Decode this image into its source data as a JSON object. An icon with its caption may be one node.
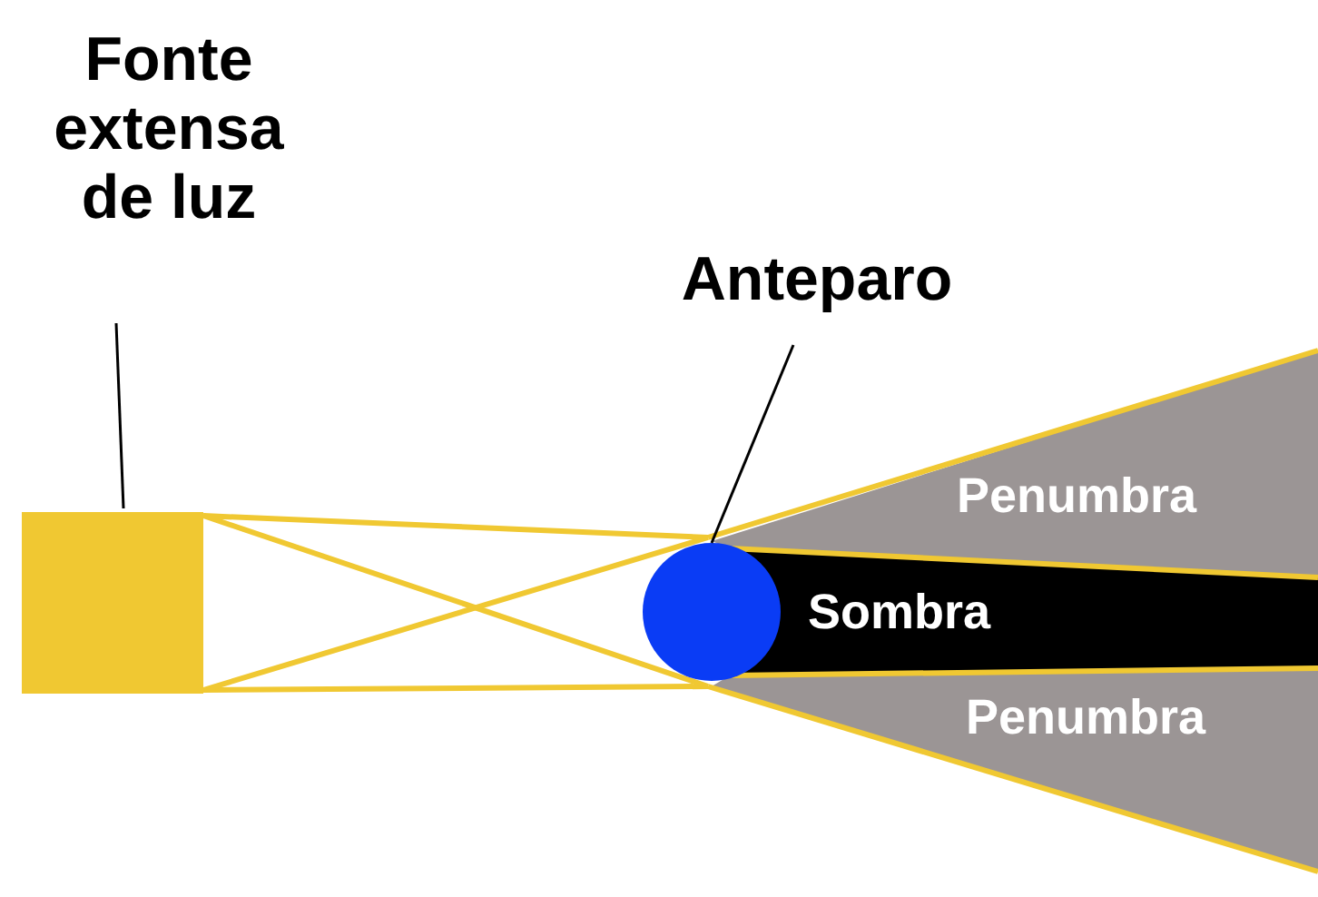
{
  "diagram": {
    "nodes": [
      {
        "text": [
          "Fonte extensa de luz"
        ]
      },
      {
        "text": [],
        "shape": "box"
      },
      {
        "text": [
          "Anteparo"
        ]
      },
      {
        "text": [],
        "shape": "circle"
      },
      {
        "text": [
          "Penumbra"
        ]
      },
      {
        "text": [
          "Sombra"
        ]
      },
      {
        "text": [
          "Penumbra"
        ]
      }
    ],
    "edges": [
      {
        "from": 0,
        "to": 1,
        "arrow": "none"
      },
      {
        "from": 2,
        "to": 3,
        "arrow": "none"
      }
    ]
  }
}
